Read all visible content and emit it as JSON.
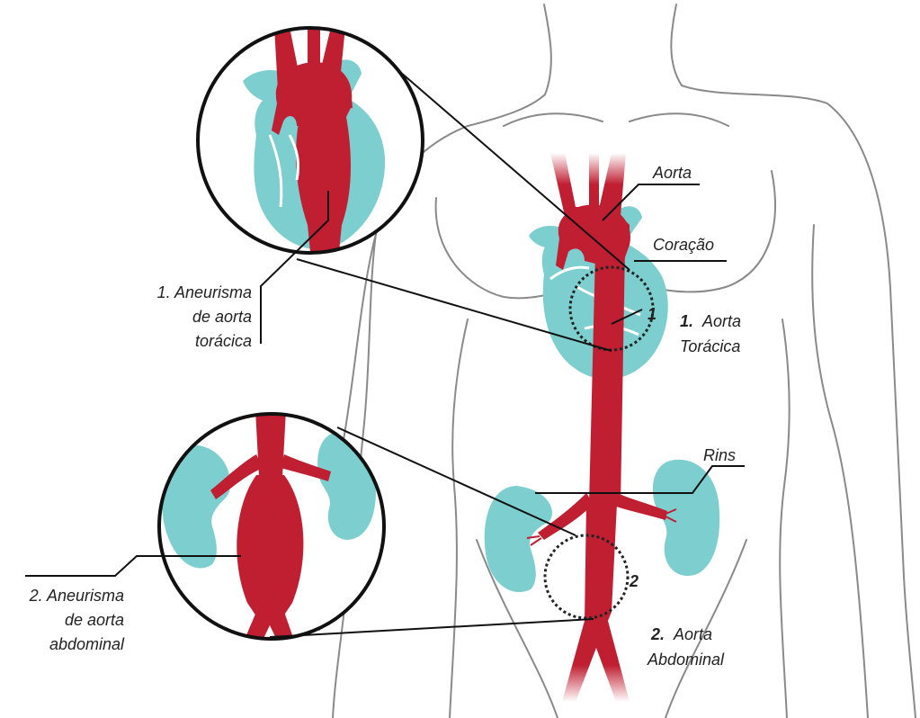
{
  "labels": {
    "aorta": "Aorta",
    "coracao": "Coração",
    "rins": "Rins",
    "thoracic_num": "1.",
    "thoracic_line1": "Aorta",
    "thoracic_line2": "Torácica",
    "abdominal_num": "2.",
    "abdominal_line1": "Aorta",
    "abdominal_line2": "Abdominal",
    "aneurysm1_line1": "1. Aneurisma",
    "aneurysm1_line2": "de aorta",
    "aneurysm1_line3": "torácica",
    "aneurysm2_line1": "2. Aneurisma",
    "aneurysm2_line2": "de aorta",
    "aneurysm2_line3": "abdominal"
  },
  "markers": {
    "marker1": "1",
    "marker2": "2"
  },
  "colors": {
    "artery": "#c01f32",
    "organ": "#7ccfce",
    "outline": "#8a8a8a",
    "text": "#222222"
  }
}
